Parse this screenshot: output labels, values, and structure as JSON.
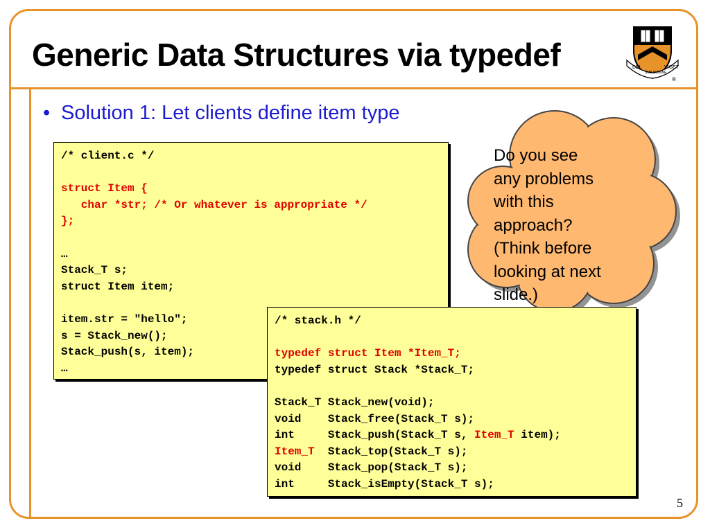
{
  "slide": {
    "title": "Generic Data Structures via typedef",
    "page_number": "5",
    "accent_color": "#E8922A",
    "bullet_color": "#1B1BCF"
  },
  "bullet": {
    "marker": "•",
    "text": "Solution 1: Let clients define item type"
  },
  "logo": {
    "icon": "princeton-shield-icon",
    "motto_left": "DEI",
    "motto_center": "SUB NUMINE",
    "motto_right": "VIGET",
    "registered": "®"
  },
  "client_code": {
    "lines": [
      [
        {
          "t": "/* client.c */"
        }
      ],
      [
        {
          "t": ""
        }
      ],
      [
        {
          "t": "struct Item {",
          "red": true
        }
      ],
      [
        {
          "t": "   char *str; /* Or whatever is appropriate */",
          "red": true
        }
      ],
      [
        {
          "t": "};",
          "red": true
        }
      ],
      [
        {
          "t": ""
        }
      ],
      [
        {
          "t": "…"
        }
      ],
      [
        {
          "t": "Stack_T s;"
        }
      ],
      [
        {
          "t": "struct Item item;"
        }
      ],
      [
        {
          "t": ""
        }
      ],
      [
        {
          "t": "item.str = \"hello\";"
        }
      ],
      [
        {
          "t": "s = Stack_new();"
        }
      ],
      [
        {
          "t": "Stack_push(s, item);"
        }
      ],
      [
        {
          "t": "…"
        }
      ]
    ]
  },
  "stack_header_code": {
    "lines": [
      [
        {
          "t": "/* stack.h */"
        }
      ],
      [
        {
          "t": ""
        }
      ],
      [
        {
          "t": "typedef struct Item *Item_T;",
          "red": true
        }
      ],
      [
        {
          "t": "typedef struct Stack *Stack_T;"
        }
      ],
      [
        {
          "t": ""
        }
      ],
      [
        {
          "t": "Stack_T Stack_new(void);"
        }
      ],
      [
        {
          "t": "void    Stack_free(Stack_T s);"
        }
      ],
      [
        {
          "t": "int     Stack_push(Stack_T s, "
        },
        {
          "t": "Item_T",
          "red": true
        },
        {
          "t": " item);"
        }
      ],
      [
        {
          "t": "Item_T",
          "red": true
        },
        {
          "t": "  Stack_top(Stack_T s);"
        }
      ],
      [
        {
          "t": "void    Stack_pop(Stack_T s);"
        }
      ],
      [
        {
          "t": "int     Stack_isEmpty(Stack_T s);"
        }
      ]
    ]
  },
  "callout": {
    "lines": [
      "Do you see",
      "any problems",
      "with this",
      "approach?",
      "(Think before",
      "looking at next",
      "slide.)"
    ],
    "fill_color": "#FFB870"
  }
}
